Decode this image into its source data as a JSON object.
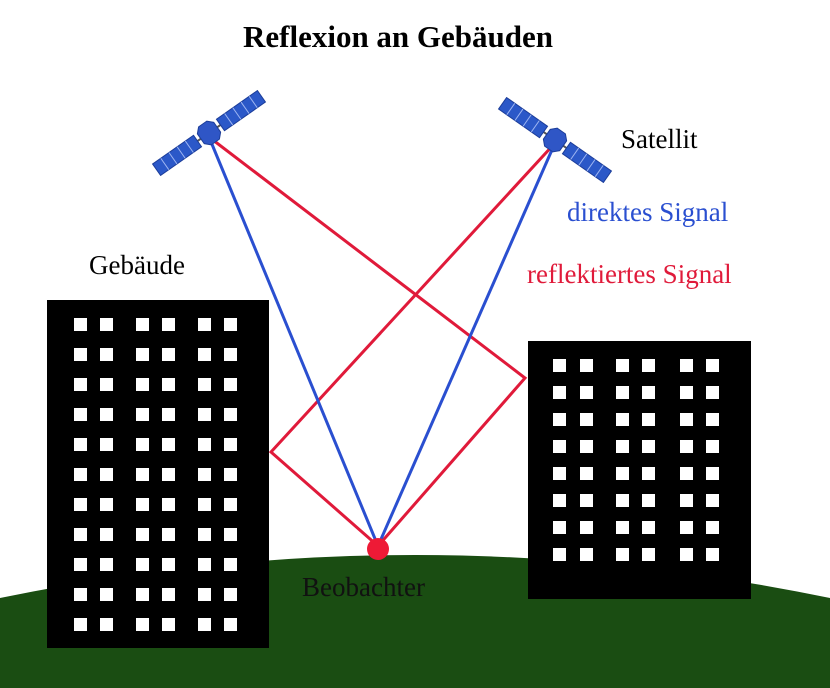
{
  "title": "Reflexion an Gebäuden",
  "labels": {
    "satellite": "Satellit",
    "direct_signal": "direktes Signal",
    "reflected_signal": "reflektiertes Signal",
    "building": "Gebäude",
    "observer": "Beobachter"
  },
  "colors": {
    "direct_signal": "#2a4fd0",
    "reflected_signal": "#e01a3a",
    "satellite_panel": "#2b58c8",
    "satellite_body": "#2f56c6",
    "ground": "#1a4d12",
    "building": "#000000",
    "window": "#ffffff",
    "observer": "#ee1a36",
    "text": "#000000"
  },
  "icons": {
    "satellites": "satellite-icon",
    "observer": "observer-dot"
  }
}
